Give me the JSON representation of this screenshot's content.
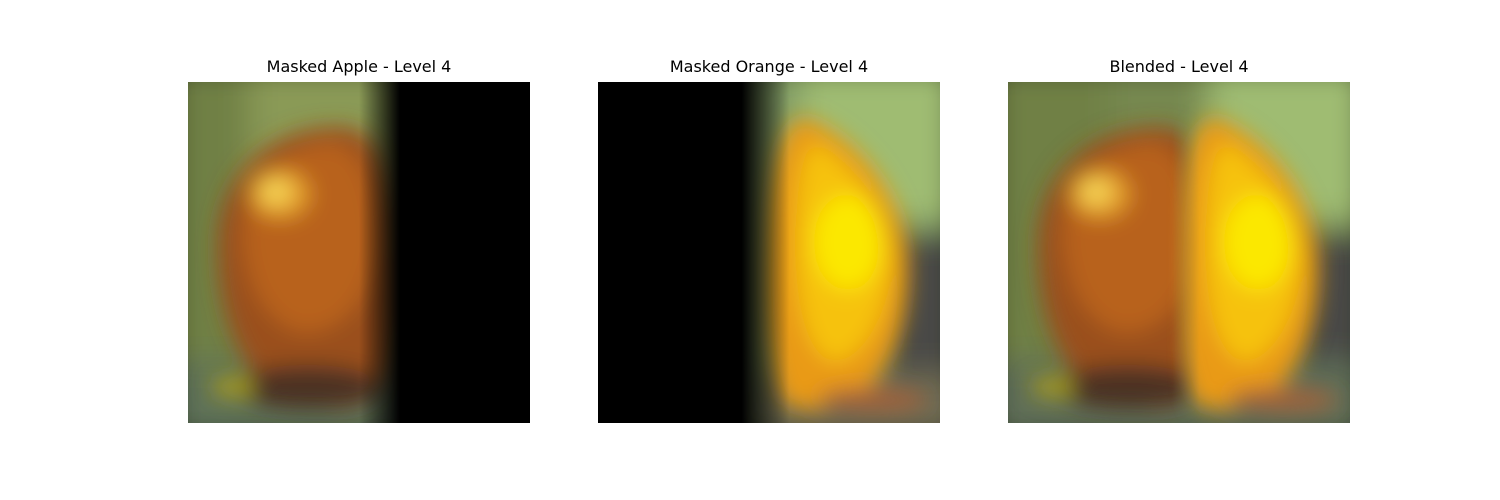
{
  "figure": {
    "panels": [
      {
        "title": "Masked Apple - Level 4",
        "content": "masked-apple"
      },
      {
        "title": "Masked Orange - Level 4",
        "content": "masked-orange"
      },
      {
        "title": "Blended - Level 4",
        "content": "blended"
      }
    ]
  }
}
